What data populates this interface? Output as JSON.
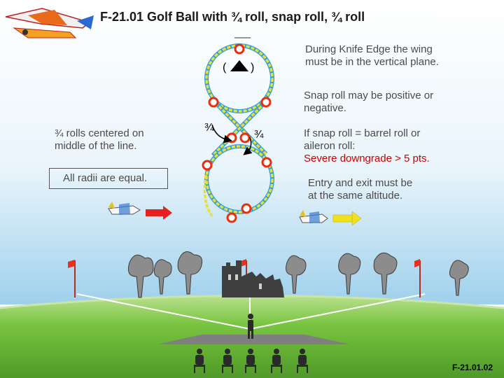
{
  "title": "F-21.01 Golf Ball with ¾ roll, snap roll, ¾ roll",
  "notes": {
    "knife_edge_line1": "During Knife Edge the wing",
    "knife_edge_line2": "must be in the vertical plane.",
    "snap_line1": "Snap roll may be positive or",
    "snap_line2": "negative.",
    "barrel_line1": "If snap roll = barrel roll or",
    "barrel_line2": "aileron roll:",
    "barrel_line3": "Severe downgrade > 5 pts.",
    "entry_line1": "Entry and exit must be",
    "entry_line2": "at the same altitude.",
    "centered_line1": "¾ rolls centered on",
    "centered_line2": "middle of the line.",
    "radii": "All radii are equal."
  },
  "figure": {
    "left_roll_label": "¾",
    "right_roll_label": "¾",
    "snap_left_paren": "(",
    "snap_right_paren": ")"
  },
  "footer": "F-21.01.02",
  "colors": {
    "loop_path": "#e8e03a",
    "loop_outline": "#2f9fe0",
    "roll_marker": "#e83010",
    "arrow_entry": "#e82020",
    "arrow_exit": "#f0e020",
    "sky_top": "#ffffff",
    "sky_bottom": "#9fd0ec",
    "grass": "#6fbf3a",
    "runway": "#8a8a8a",
    "flag": "#e83020"
  }
}
